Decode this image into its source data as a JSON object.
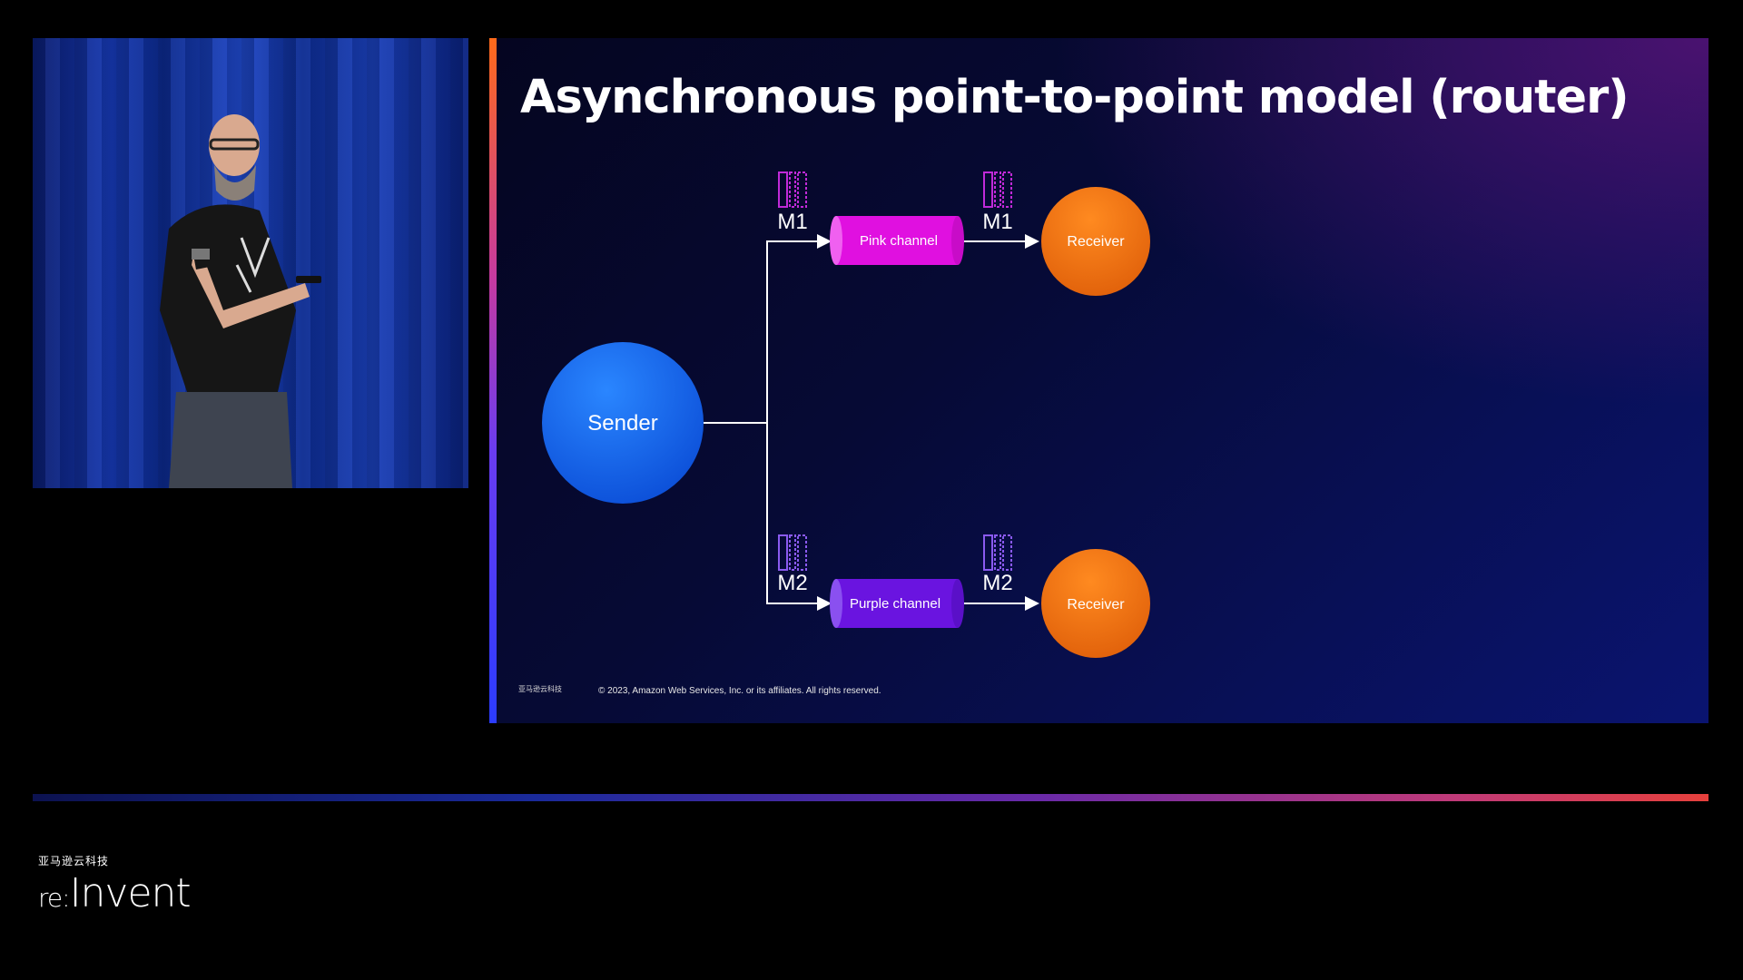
{
  "slide": {
    "title": "Asynchronous point-to-point model (router)",
    "sender": "Sender",
    "channels": [
      {
        "label": "Pink channel",
        "message_in": "M1",
        "message_out": "M1",
        "receiver": "Receiver",
        "color": "#e80ee8"
      },
      {
        "label": "Purple channel",
        "message_in": "M2",
        "message_out": "M2",
        "receiver": "Receiver",
        "color": "#6a14e0"
      }
    ],
    "footer_logo": "亚马逊云科技",
    "copyright": "© 2023, Amazon Web Services, Inc. or its affiliates. All rights reserved."
  },
  "brand": {
    "cn_name": "亚马逊云科技",
    "logo_prefix": "re:",
    "logo_word": "Invent"
  },
  "colors": {
    "sender": "#1a6cf5",
    "receiver": "#f57514",
    "queue_pink": "#c02ad8",
    "queue_purple": "#8a5af0"
  }
}
